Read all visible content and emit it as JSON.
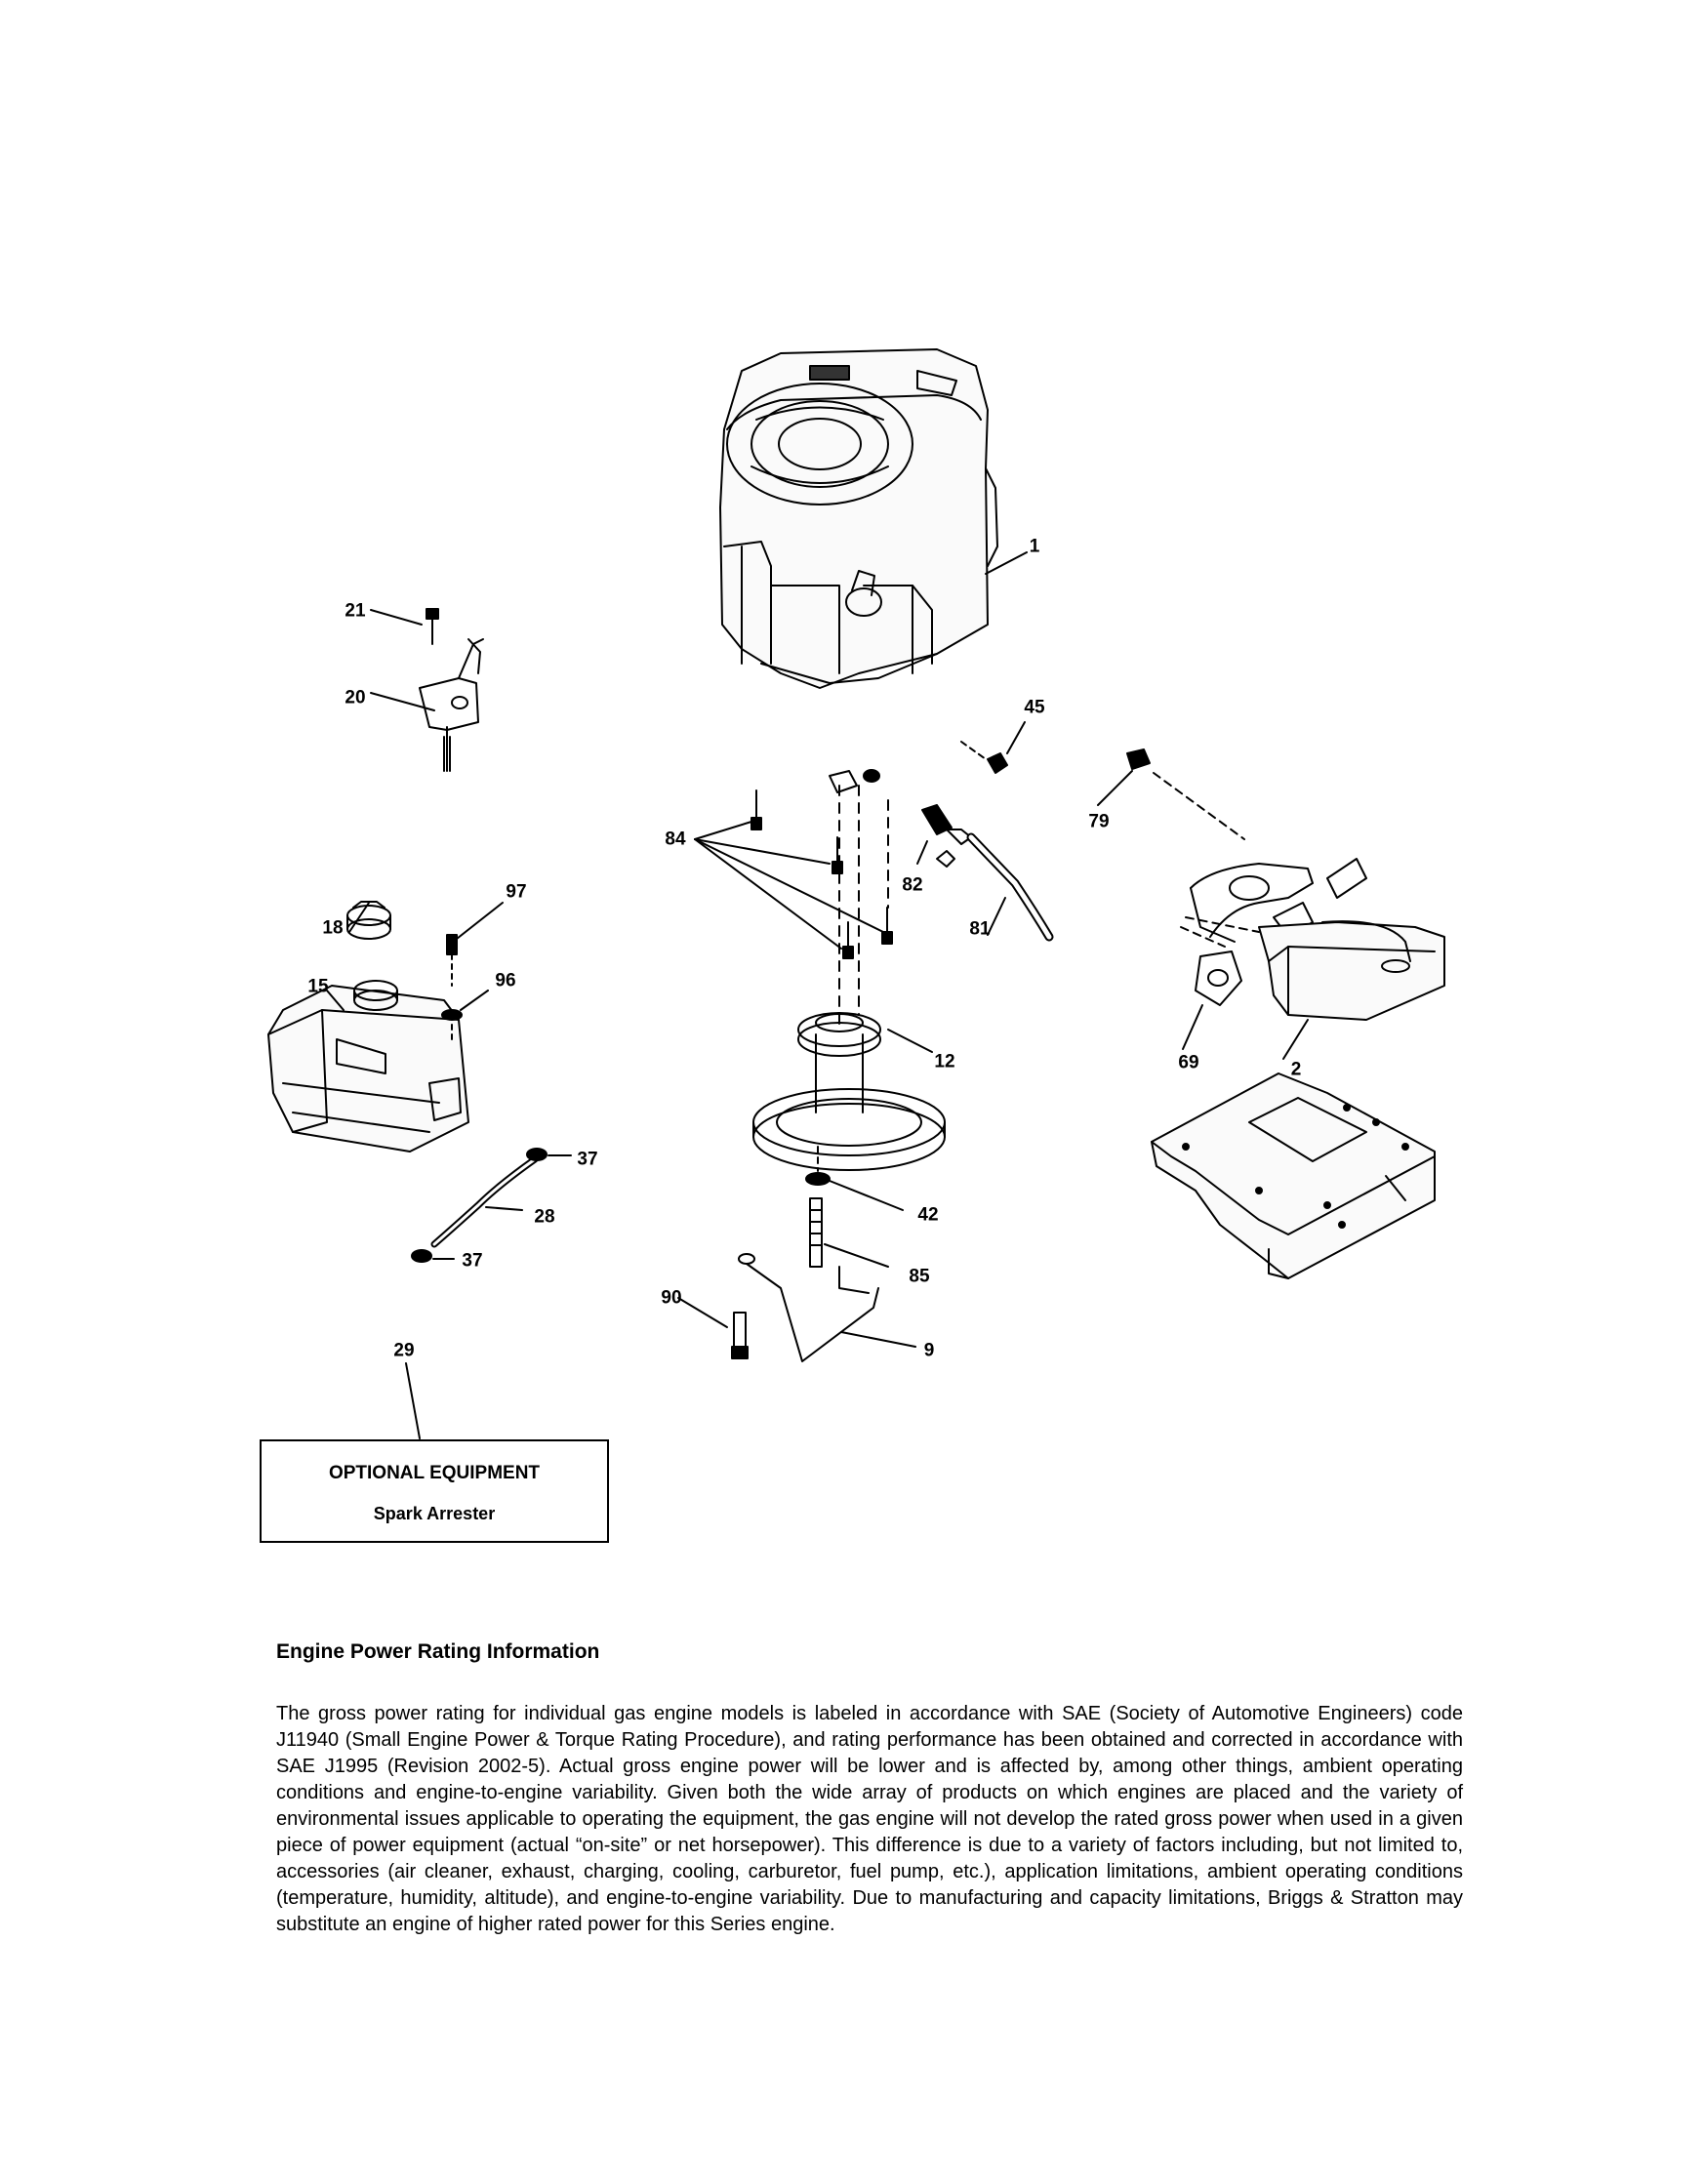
{
  "diagram": {
    "callouts": [
      {
        "id": "c1",
        "text": "1"
      },
      {
        "id": "c2",
        "text": "2"
      },
      {
        "id": "c9",
        "text": "9"
      },
      {
        "id": "c12",
        "text": "12"
      },
      {
        "id": "c15",
        "text": "15"
      },
      {
        "id": "c18",
        "text": "18"
      },
      {
        "id": "c20",
        "text": "20"
      },
      {
        "id": "c21",
        "text": "21"
      },
      {
        "id": "c28",
        "text": "28"
      },
      {
        "id": "c29",
        "text": "29"
      },
      {
        "id": "c37a",
        "text": "37"
      },
      {
        "id": "c37b",
        "text": "37"
      },
      {
        "id": "c42",
        "text": "42"
      },
      {
        "id": "c45",
        "text": "45"
      },
      {
        "id": "c69",
        "text": "69"
      },
      {
        "id": "c79",
        "text": "79"
      },
      {
        "id": "c81",
        "text": "81"
      },
      {
        "id": "c82",
        "text": "82"
      },
      {
        "id": "c84",
        "text": "84"
      },
      {
        "id": "c85",
        "text": "85"
      },
      {
        "id": "c90",
        "text": "90"
      },
      {
        "id": "c96",
        "text": "96"
      },
      {
        "id": "c97",
        "text": "97"
      }
    ]
  },
  "optional_equipment": {
    "title": "OPTIONAL EQUIPMENT",
    "item": "Spark Arrester"
  },
  "rating_info": {
    "heading": "Engine Power Rating Information",
    "body": "The gross power rating for individual gas engine models is labeled in accordance with SAE (Society of Automotive Engineers) code J11940 (Small Engine Power & Torque Rating Procedure), and rating performance has been obtained and corrected in accordance with SAE J1995 (Revision 2002-5). Actual gross engine power will be lower and is affected by, among other things, ambient operating conditions and engine-to-engine variability. Given both the wide array of products on which engines are placed and the variety of environmental issues applicable to operating the equipment, the gas engine will not develop the rated gross power when used in a given piece of power equipment (actual “on-site” or net horsepower). This difference is due to a variety of factors including, but not limited to, accessories (air cleaner, exhaust, charging, cooling, carburetor, fuel pump, etc.), application limitations, ambient operating conditions (temperature, humidity, altitude), and engine-to-engine variability. Due to manufacturing and capacity limitations, Briggs & Stratton may substitute an engine of higher rated power for this Series engine."
  }
}
